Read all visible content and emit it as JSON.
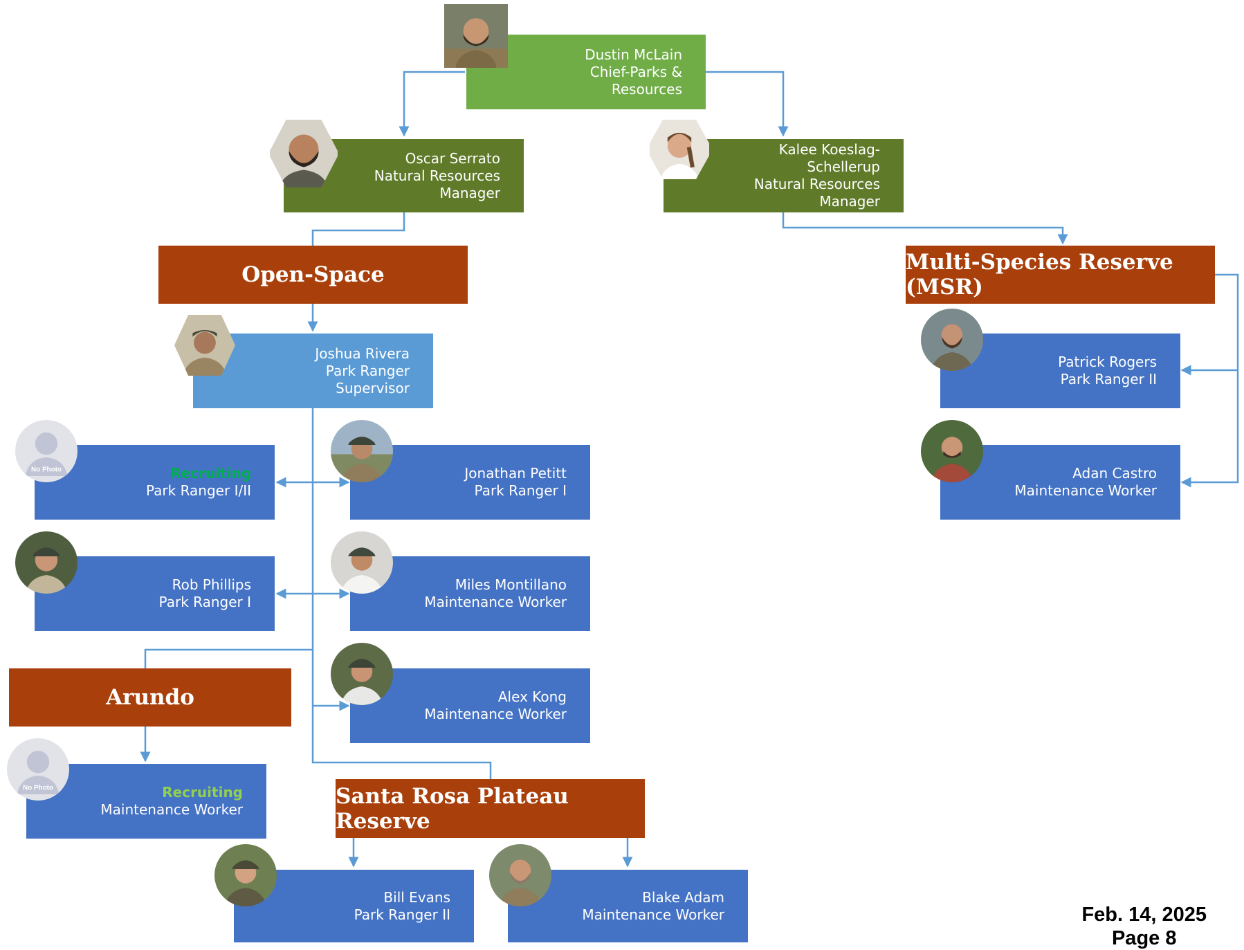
{
  "chief": {
    "name": "Dustin McLain",
    "title_1": "Chief-Parks &",
    "title_2": "Resources"
  },
  "manager_left": {
    "name": "Oscar Serrato",
    "title_1": "Natural Resources",
    "title_2": "Manager"
  },
  "manager_right": {
    "name_1": "Kalee Koeslag-",
    "name_2": "Schellerup",
    "title_1": "Natural Resources",
    "title_2": "Manager"
  },
  "sections": {
    "open_space": "Open-Space",
    "msr": "Multi-Species Reserve (MSR)",
    "arundo": "Arundo",
    "santa_rosa": "Santa Rosa Plateau Reserve"
  },
  "supervisor": {
    "name": "Joshua Rivera",
    "title_1": "Park Ranger",
    "title_2": "Supervisor"
  },
  "open_space_staff": [
    {
      "name": "Recruiting",
      "title": "Park Ranger I/II",
      "photo": "No Photo"
    },
    {
      "name": "Jonathan Petitt",
      "title": "Park Ranger I"
    },
    {
      "name": "Rob Phillips",
      "title": "Park Ranger I"
    },
    {
      "name": "Miles Montillano",
      "title": "Maintenance Worker"
    },
    {
      "name": "Alex Kong",
      "title": "Maintenance Worker"
    }
  ],
  "arundo_staff": [
    {
      "name": "Recruiting",
      "title": "Maintenance Worker",
      "photo": "No Photo"
    }
  ],
  "msr_staff": [
    {
      "name": "Patrick Rogers",
      "title": "Park Ranger II"
    },
    {
      "name": "Adan Castro",
      "title": "Maintenance Worker"
    }
  ],
  "santa_rosa_staff": [
    {
      "name": "Bill Evans",
      "title": "Park Ranger II"
    },
    {
      "name": "Blake Adam",
      "title": "Maintenance Worker"
    }
  ],
  "footer": {
    "date": "Feb. 14, 2025",
    "page": "Page 8"
  },
  "colors": {
    "chief": "#70ad47",
    "manager": "#5f7a28",
    "supervisor": "#5b9bd5",
    "staff": "#4472c4",
    "section_header": "#a9400b",
    "connector": "#5b9bd5",
    "recruiting_text_1": "#00b050",
    "recruiting_text_2": "#92d050"
  }
}
